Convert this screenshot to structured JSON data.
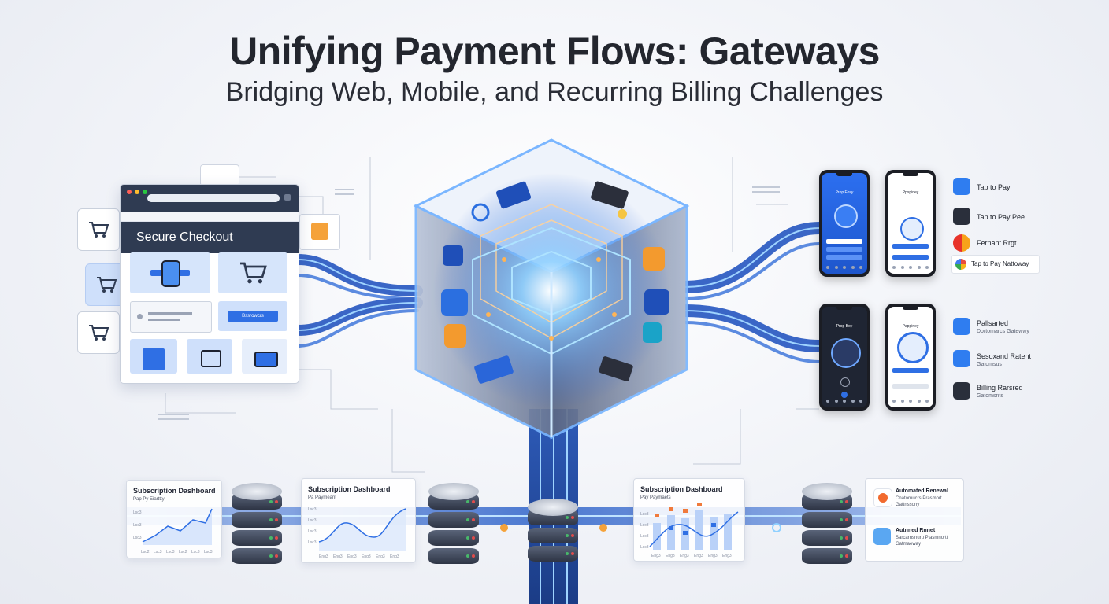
{
  "header": {
    "title": "Unifying Payment Flows: Gateways",
    "subtitle": "Bridging Web, Mobile, and Recurring Billing Challenges"
  },
  "web_checkout": {
    "title": "Secure Checkout",
    "button_label": "Bssrowcrs"
  },
  "mobile": {
    "phones": [
      {
        "title": "Prop Fosy",
        "theme": "blue"
      },
      {
        "title": "Ppspiney",
        "theme": "light"
      },
      {
        "title": "Prop Boy",
        "theme": "dark"
      },
      {
        "title": "Pappiney",
        "theme": "light"
      }
    ],
    "methods_top": [
      {
        "label": "Tap to Pay",
        "icon": "tap-icon"
      },
      {
        "label": "Tap to Pay Pee",
        "icon": "wallet-icon"
      },
      {
        "label": "Fernant Rrgt",
        "icon": "cards-icon"
      },
      {
        "label": "Tap to Pay Nattoway",
        "icon": "pinwheel-icon"
      }
    ],
    "methods_bottom": [
      {
        "label": "Pallsarted",
        "sub": "Dortomarcs Gatewwy",
        "icon": "g-icon"
      },
      {
        "label": "Sesoxand Ratent",
        "sub": "Gatomsus",
        "icon": "card-icon"
      },
      {
        "label": "Billing Rarsred",
        "sub": "Gatomsnts",
        "icon": "wallet-icon"
      }
    ]
  },
  "dashboards": [
    {
      "title": "Subscription Dashboard",
      "subtitle": "Pap Py Eiarttty",
      "y_ticks": [
        "Lsc3",
        "Lsc3",
        "Lsc3"
      ],
      "x_ticks": [
        "Lsc2",
        "Lsc3",
        "Lsc3",
        "Lsc2",
        "Lsc3",
        "Lsc3"
      ]
    },
    {
      "title": "Subscription Dashboard",
      "subtitle": "Pa Paymeant",
      "y_ticks": [
        "Lsc3",
        "Lsc3",
        "Lsc3",
        "Lsc3"
      ],
      "x_ticks": [
        "Eng3",
        "Eng3",
        "Eng3",
        "Eng3",
        "Eng3",
        "Eng3"
      ]
    },
    {
      "title": "Subscription Dashboard",
      "subtitle": "Pay Paymaets",
      "y_ticks": [
        "Lsc3",
        "Lsc3",
        "Lsc3",
        "Lsc3"
      ],
      "x_ticks": [
        "Eng3",
        "Eng3",
        "Eng3",
        "Eng3",
        "Eng3",
        "Eng3"
      ]
    }
  ],
  "recurring": [
    {
      "title": "Automated Renewal",
      "lines": [
        "Cnatornucrs Prasmort",
        "Gattnssony"
      ]
    },
    {
      "title": "Autnned Rnnet",
      "lines": [
        "Sarcarnsnuru Piasmnortt",
        "Gatmaeway"
      ]
    }
  ],
  "colors": {
    "accent": "#2f6fe4",
    "navy": "#2f3b52",
    "glow": "#5fb4ff",
    "orange": "#f5a23a"
  }
}
